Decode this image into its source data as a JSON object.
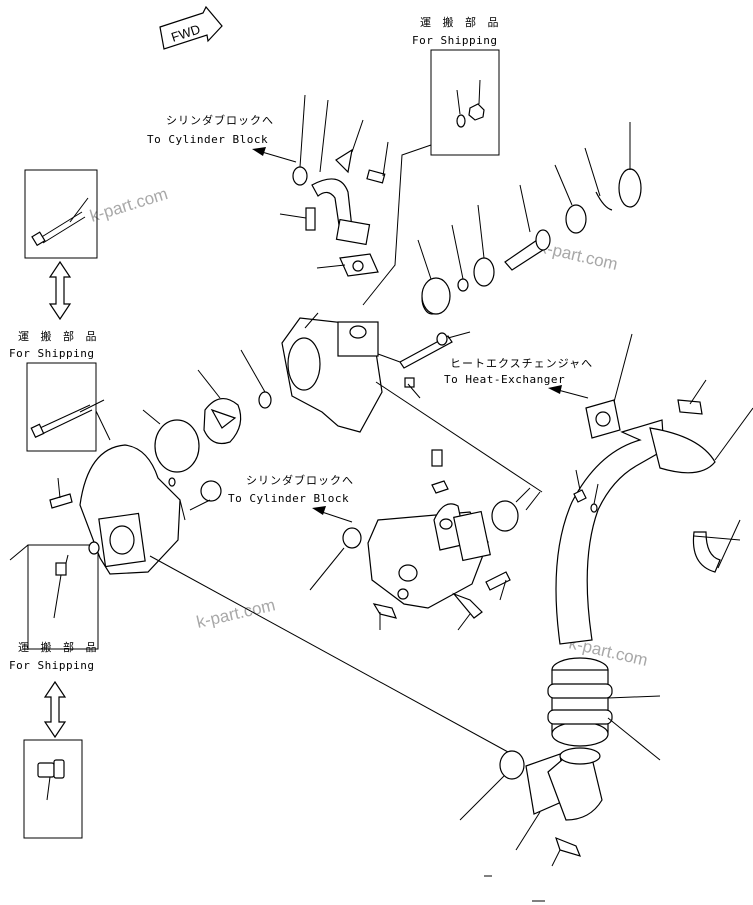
{
  "labels": {
    "fwd": "FWD",
    "shipping_jp": "運 搬 部 品",
    "shipping_en": "For Shipping",
    "cylinder_jp": "シリンダブロックへ",
    "cylinder_en": "To Cylinder Block",
    "heat_jp": "ヒートエクスチェンジャへ",
    "heat_en": "To Heat-Exchanger"
  },
  "watermark": "k-part.com"
}
